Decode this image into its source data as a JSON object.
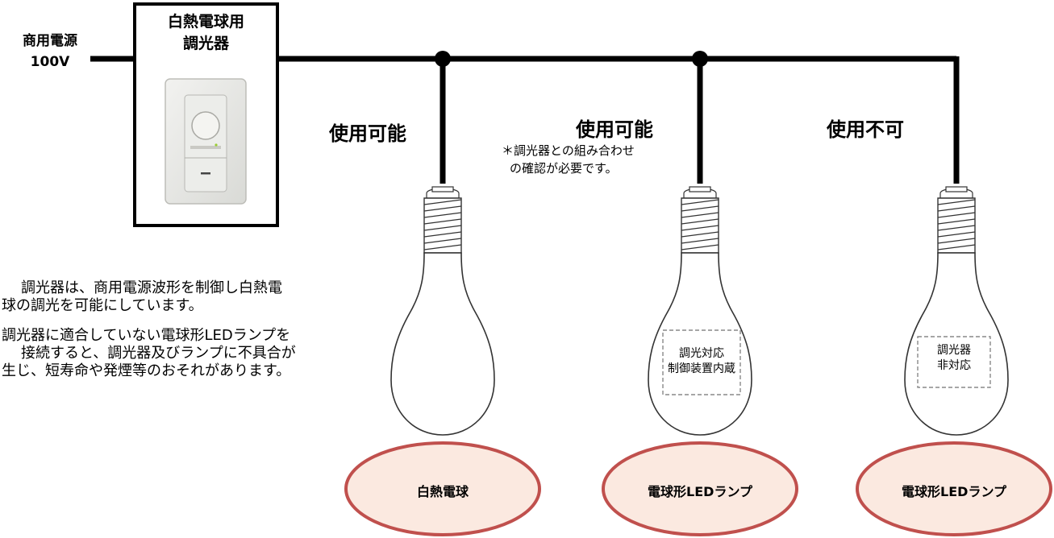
{
  "power": {
    "line1": "商用電源",
    "line2": "100V"
  },
  "dimmer": {
    "title1": "白熱電球用",
    "title2": "調光器"
  },
  "bulbs": [
    {
      "status": "使用可能",
      "inner_label1": "",
      "inner_label2": "",
      "name": "白熱電球"
    },
    {
      "status": "使用可能",
      "inner_label1": "調光対応",
      "inner_label2": "制御装置内蔵",
      "name": "電球形LEDランプ"
    },
    {
      "status": "使用不可",
      "inner_label1": "調光器",
      "inner_label2": "非対応",
      "name": "電球形LEDランプ"
    }
  ],
  "note": {
    "line1": "＊調光器との組み合わせ",
    "line2": "の確認が必要です。"
  },
  "description": {
    "p1_line1": "調光器は、商用電源波形を制御し白熱電",
    "p1_line2": "球の調光を可能にしています。",
    "p2_line1": "調光器に適合していない電球形LEDランプを",
    "p2_line2": "接続すると、調光器及びランプに不具合が",
    "p2_line3": "生じ、短寿命や発煙等のおそれがあります。"
  },
  "colors": {
    "oval_fill": "#fbe9e0",
    "oval_stroke": "#c0504d",
    "line": "#000000"
  }
}
